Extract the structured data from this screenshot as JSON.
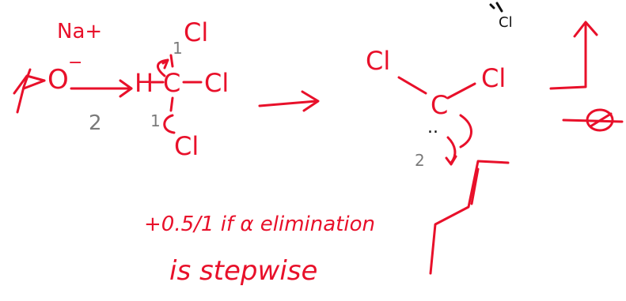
{
  "reagent": {
    "counterion": "Na+",
    "alkoxide_charge": "O-"
  },
  "chloroform": {
    "h": "H",
    "c": "C",
    "cl_top": "Cl",
    "cl_right": "Cl",
    "cl_bottom": "Cl",
    "step_num_top": "1",
    "step_num_bottom": "1"
  },
  "left_step_num": "2",
  "carbene": {
    "cl_left": "Cl",
    "cl_right": "Cl",
    "c": "C",
    "lone_pair": "..",
    "step_num": "2"
  },
  "corner_label": "Cl",
  "annotation": {
    "line1": "+0.5/1   if α elimination",
    "line2": "is stepwise"
  },
  "colors": {
    "red_ink": "#e8102a",
    "black_ink": "#111111",
    "gray_ink": "#7a7a7a"
  }
}
